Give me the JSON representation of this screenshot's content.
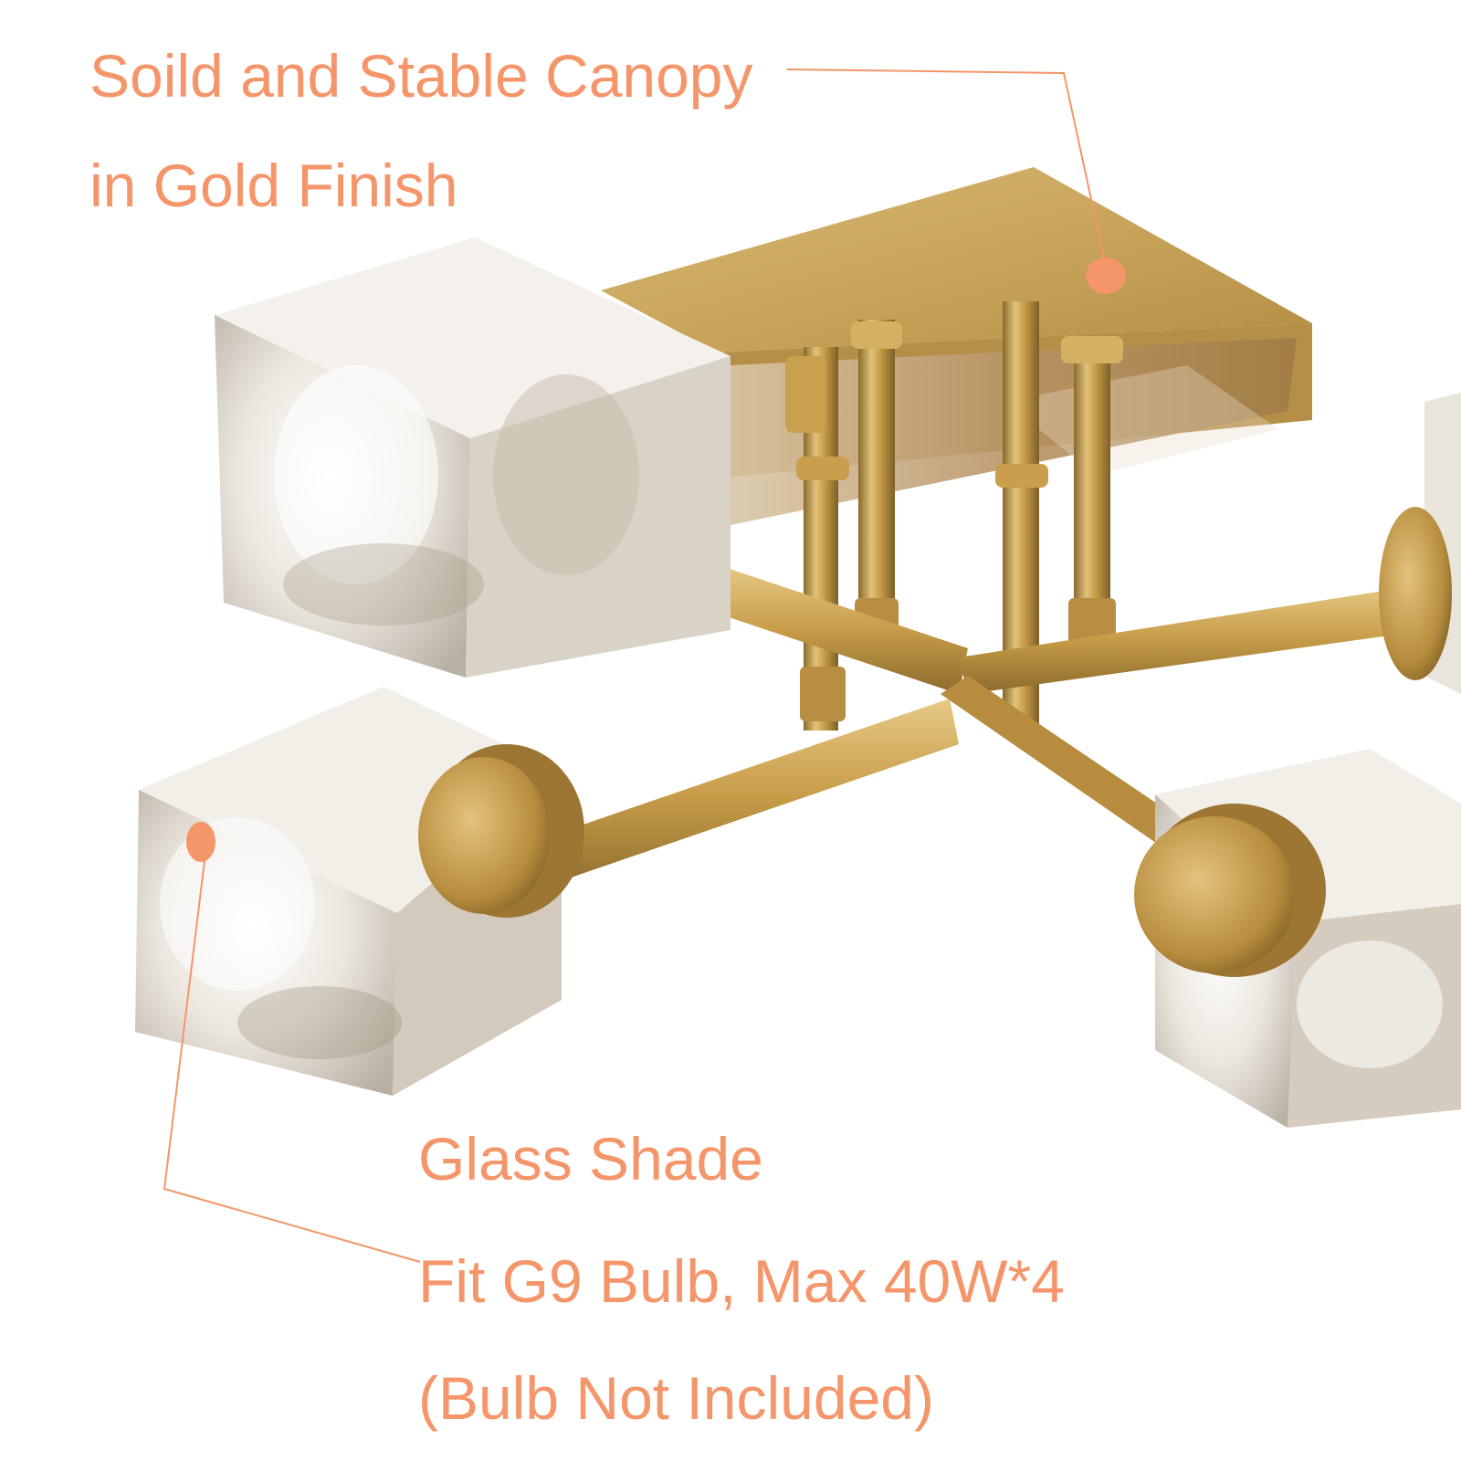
{
  "callouts": {
    "canopy": {
      "line1": "Soild and Stable Canopy",
      "line2": "in Gold Finish"
    },
    "shade": {
      "line1": "Glass Shade",
      "line2": "Fit G9 Bulb, Max 40W*4",
      "line3": "(Bulb Not Included)"
    }
  },
  "colors": {
    "callout_text": "#f4956a",
    "leader_line": "#f4956a",
    "brass": "#c9a04e",
    "glass": "#e6e2dc",
    "background": "#ffffff"
  },
  "image": {
    "subject": "4-light brass semi-flush ceiling light with square glass cube shades"
  }
}
